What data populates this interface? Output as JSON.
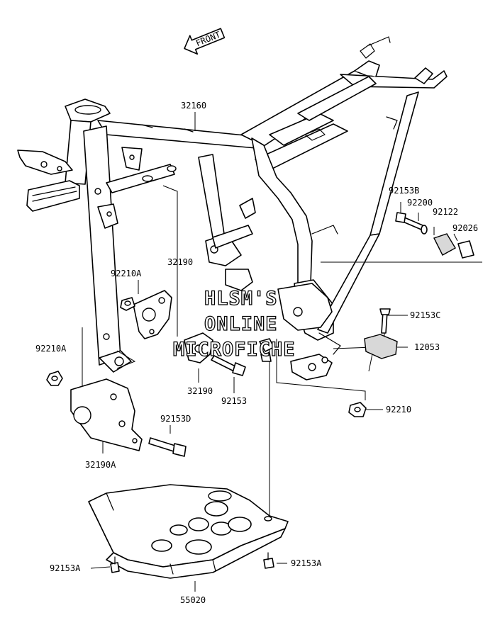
{
  "direction_arrow": {
    "label": "FRONT"
  },
  "watermark": {
    "line1": "HLSM'S",
    "line2": "ONLINE",
    "line3": "MICROFICHE"
  },
  "parts": {
    "p32160": "32160",
    "p92153B": "92153B",
    "p92200": "92200",
    "p92122": "92122",
    "p92026": "92026",
    "p92210A_upper": "92210A",
    "p32190_upper": "32190",
    "p92153C": "92153C",
    "p12053": "12053",
    "p92210A_left": "92210A",
    "p32190_lower": "32190",
    "p92153": "92153",
    "p92210": "92210",
    "p92153D": "92153D",
    "p32190A": "32190A",
    "p92153A_left": "92153A",
    "p92153A_right": "92153A",
    "p55020": "55020"
  }
}
